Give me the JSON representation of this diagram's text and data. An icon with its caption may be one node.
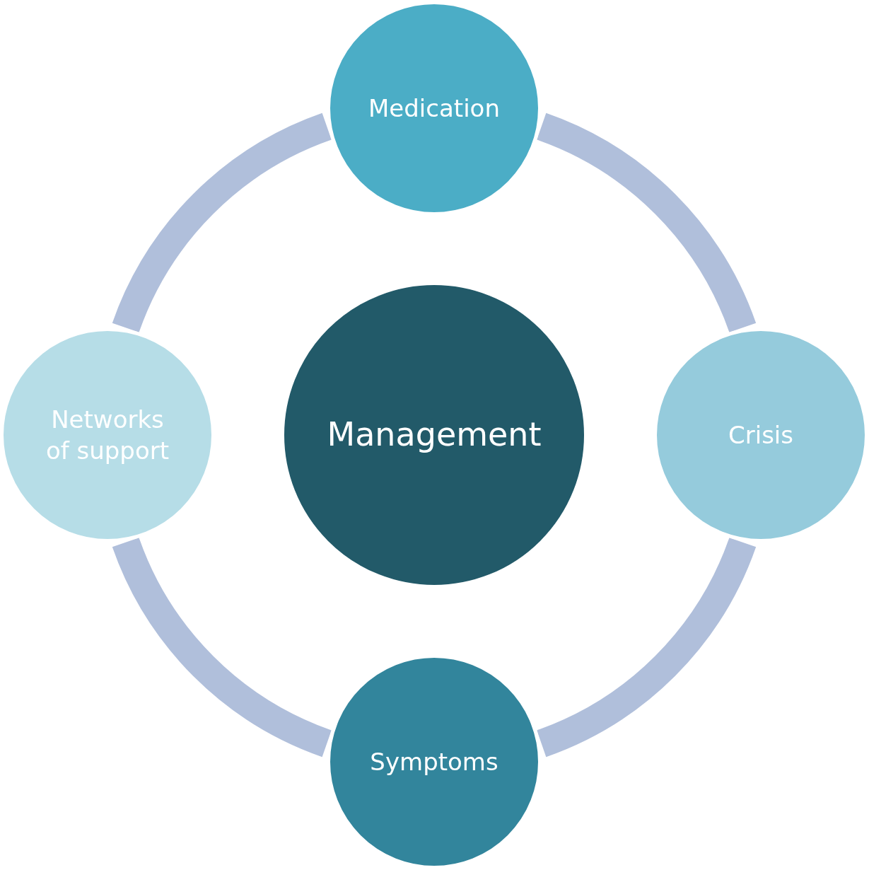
{
  "diagram": {
    "nodes": [
      {
        "text": [
          "Medication"
        ]
      },
      {
        "text": [
          "Networks of support"
        ]
      },
      {
        "text": [
          "Management"
        ]
      },
      {
        "text": [
          "Crisis"
        ]
      },
      {
        "text": [
          "Symptoms"
        ]
      }
    ],
    "edges": [
      {
        "from": 0,
        "to": 3,
        "arrow": "none"
      },
      {
        "from": 3,
        "to": 4,
        "arrow": "none"
      },
      {
        "from": 4,
        "to": 1,
        "arrow": "none"
      },
      {
        "from": 1,
        "to": 0,
        "arrow": "none"
      }
    ]
  }
}
